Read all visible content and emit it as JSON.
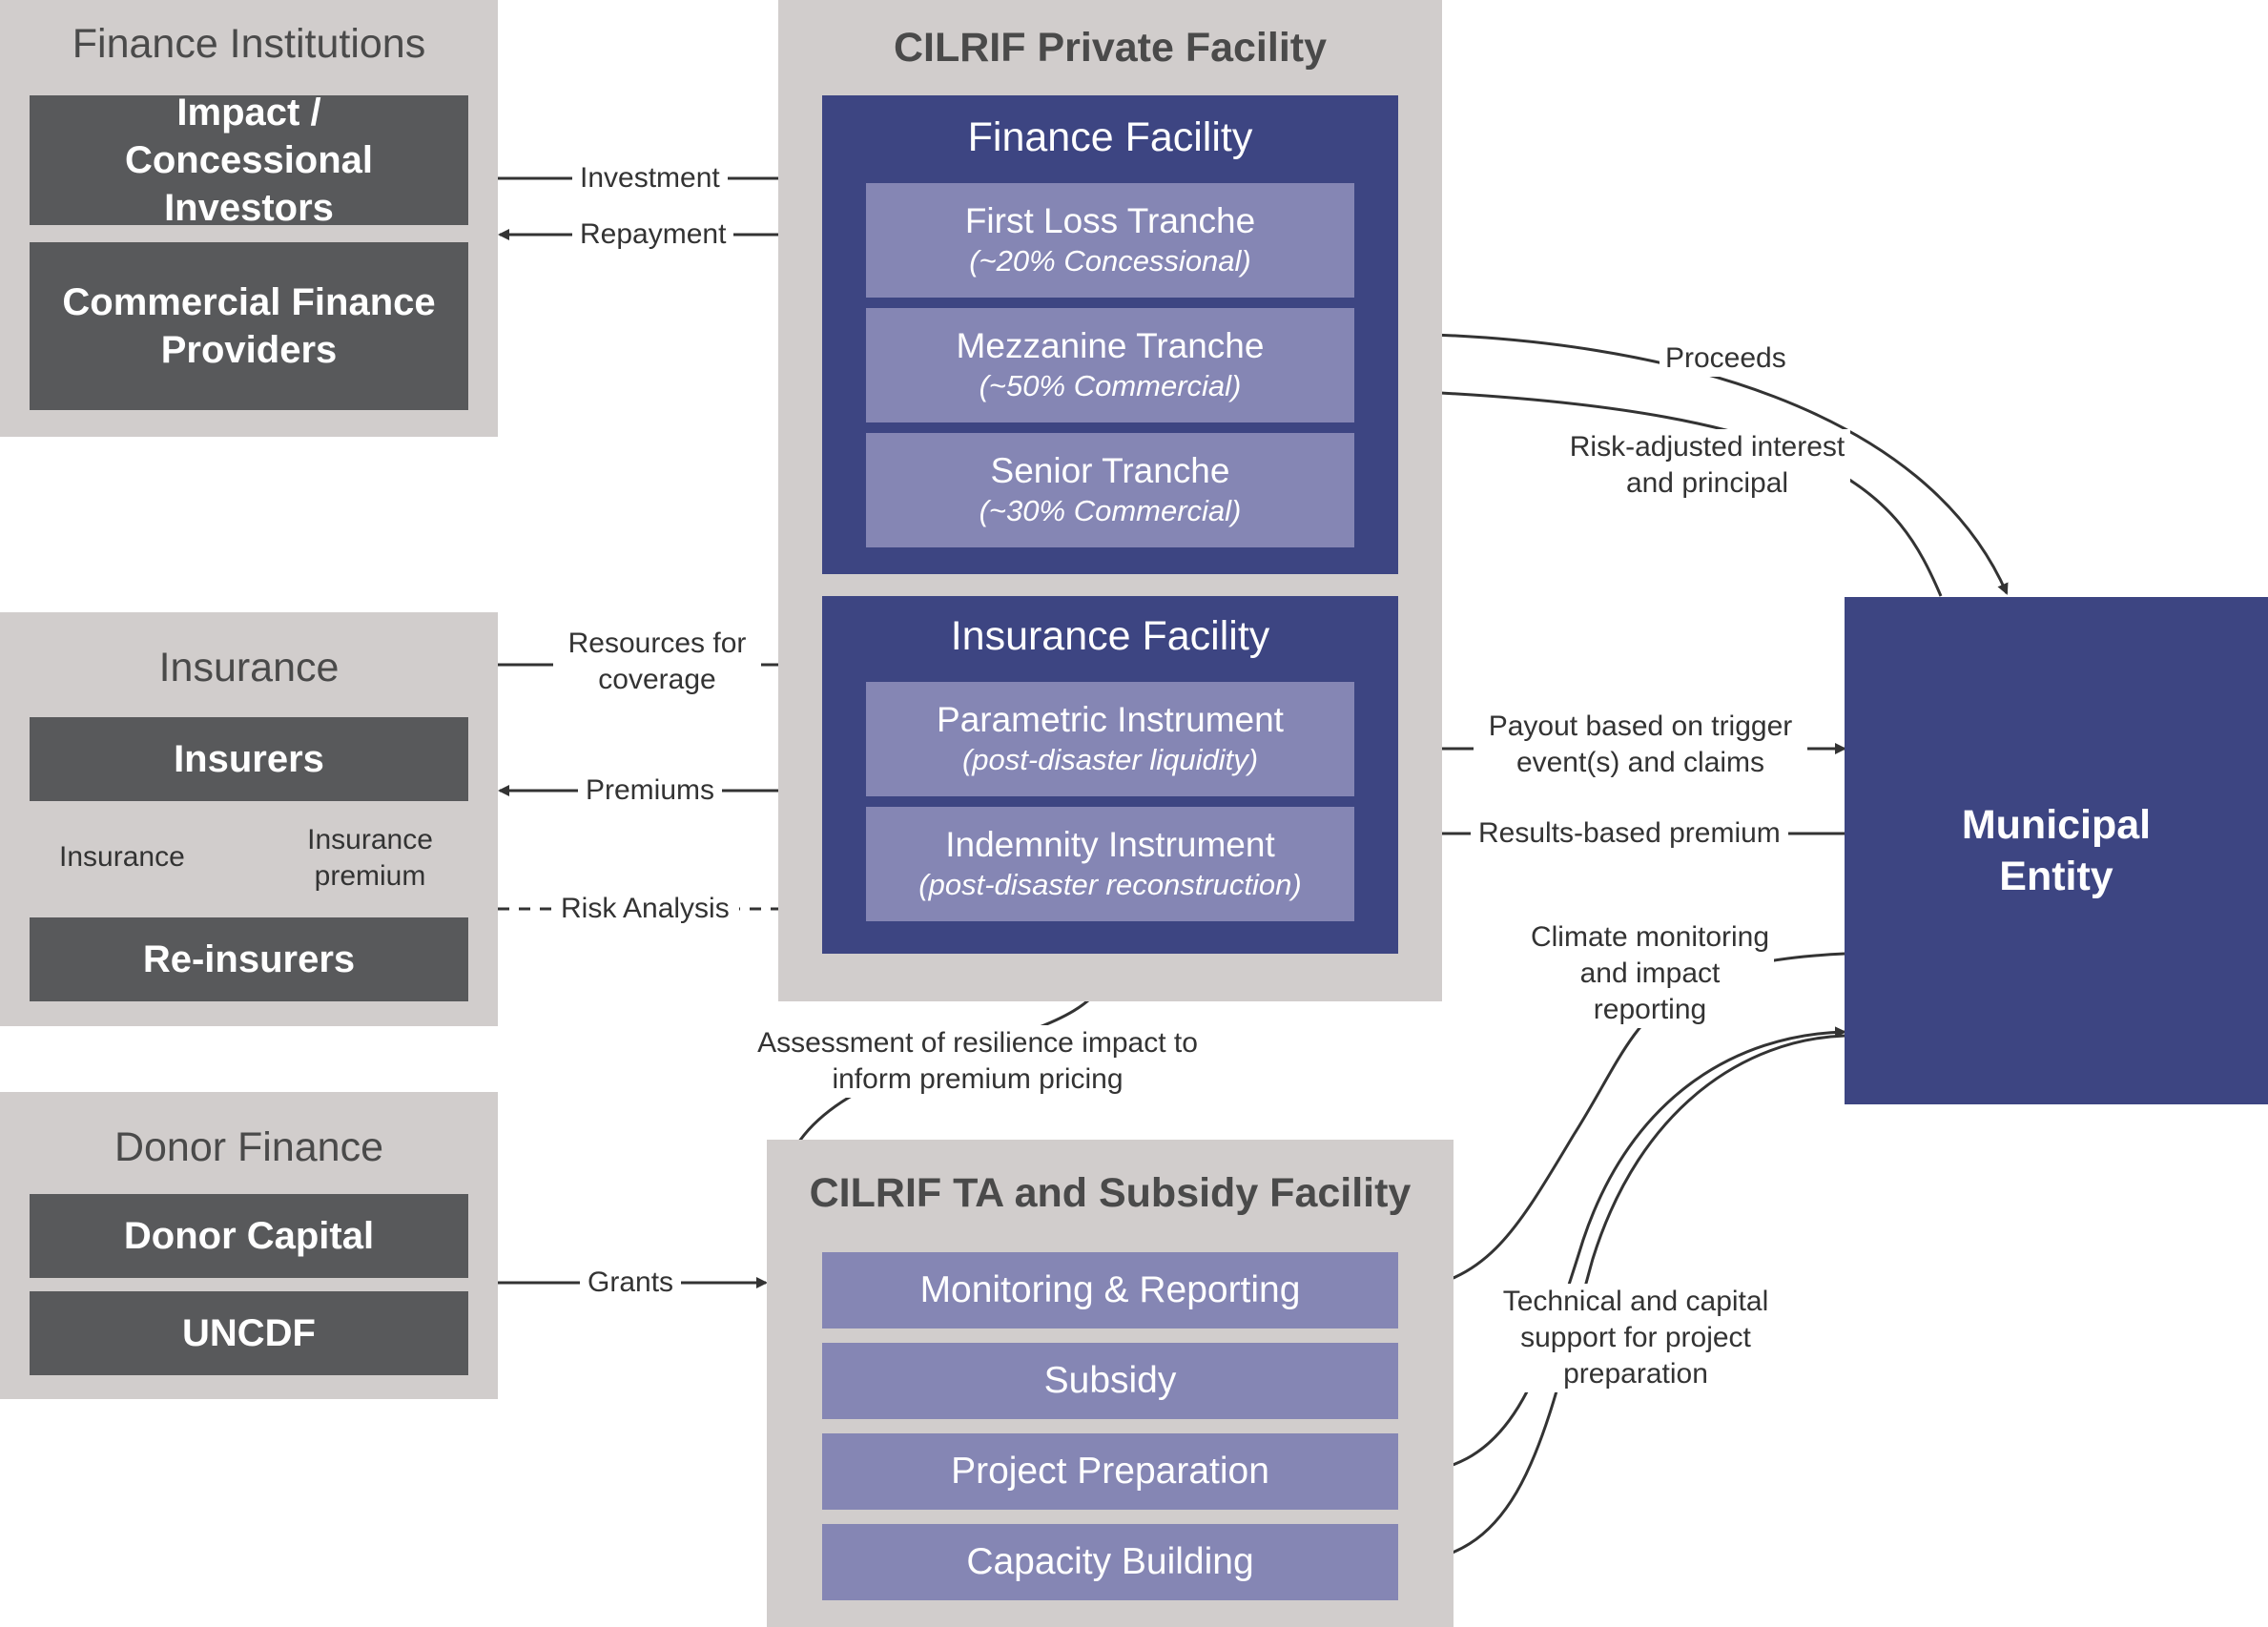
{
  "finance_institutions": {
    "title": "Finance Institutions",
    "impact_investors": "Impact / Concessional Investors",
    "commercial_providers": "Commercial Finance Providers"
  },
  "insurance": {
    "title": "Insurance",
    "insurers": "Insurers",
    "reinsurers": "Re-insurers",
    "label_insurance": "Insurance",
    "label_premium": "Insurance premium"
  },
  "donor_finance": {
    "title": "Donor Finance",
    "donor_capital": "Donor Capital",
    "uncdf": "UNCDF"
  },
  "private_facility": {
    "title": "CILRIF Private Facility",
    "finance_facility": {
      "title": "Finance Facility",
      "tranches": [
        {
          "name": "First Loss Tranche",
          "detail": "(~20% Concessional)"
        },
        {
          "name": "Mezzanine Tranche",
          "detail": "(~50% Commercial)"
        },
        {
          "name": "Senior Tranche",
          "detail": "(~30% Commercial)"
        }
      ]
    },
    "insurance_facility": {
      "title": "Insurance Facility",
      "instruments": [
        {
          "name": "Parametric Instrument",
          "detail": "(post-disaster liquidity)"
        },
        {
          "name": "Indemnity Instrument",
          "detail": "(post-disaster reconstruction)"
        }
      ]
    }
  },
  "ta_facility": {
    "title": "CILRIF TA and Subsidy Facility",
    "items": [
      "Monitoring & Reporting",
      "Subsidy",
      "Project Preparation",
      "Capacity Building"
    ]
  },
  "municipal_entity": "Municipal Entity",
  "flows": {
    "investment": "Investment",
    "repayment": "Repayment",
    "resources_coverage": "Resources for coverage",
    "premiums": "Premiums",
    "risk_analysis": "Risk Analysis",
    "grants": "Grants",
    "proceeds": "Proceeds",
    "risk_adjusted": "Risk-adjusted interest and principal",
    "payout": "Payout based on trigger event(s) and claims",
    "results_premium": "Results-based premium",
    "climate_monitoring": "Climate monitoring and impact reporting",
    "assessment": "Assessment of resilience impact to inform premium pricing",
    "technical_support": "Technical and capital support for project preparation"
  },
  "colors": {
    "panel_grey": "#d1cdcc",
    "dark_grey": "#58595b",
    "navy": "#3d4582",
    "lavender": "#8586b4",
    "arrow": "#333333"
  }
}
